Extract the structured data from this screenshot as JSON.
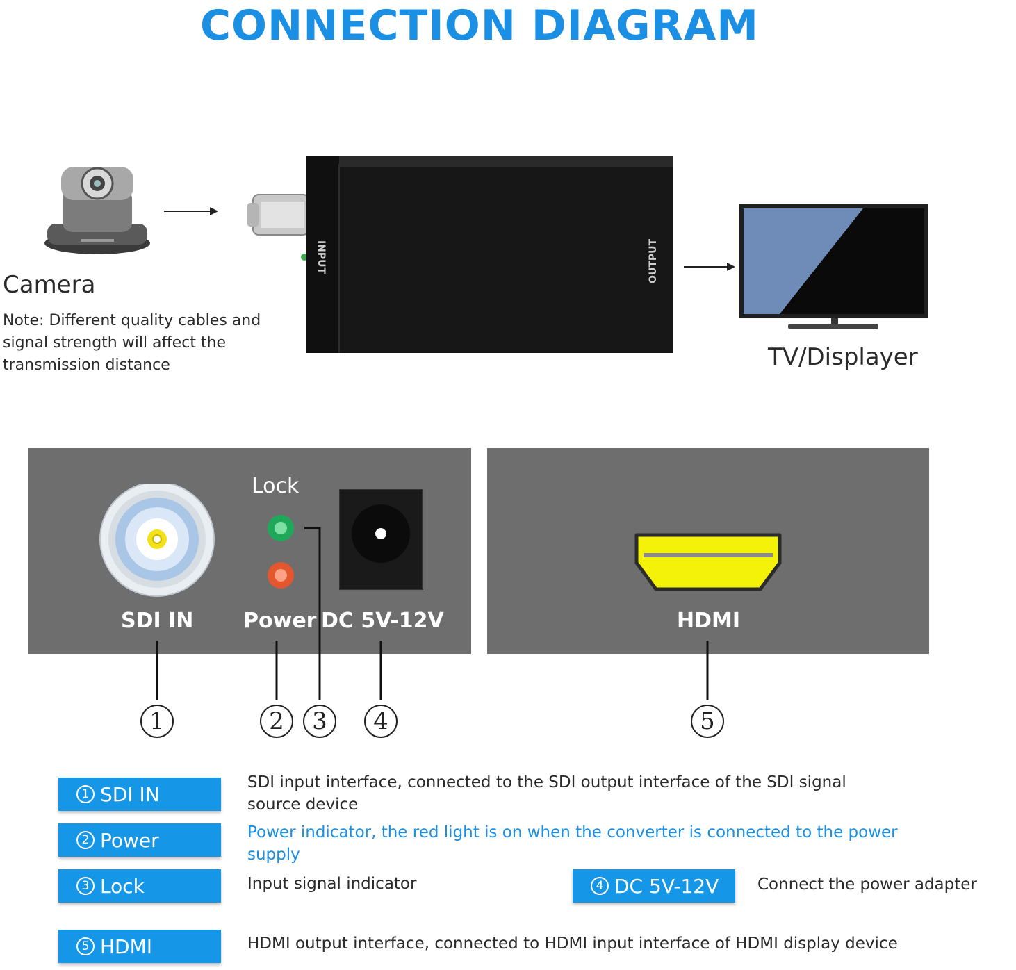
{
  "title": "CONNECTION DIAGRAM",
  "camera": {
    "label": "Camera",
    "note": "Note: Different quality cables and signal strength will affect the transmission distance"
  },
  "device": {
    "input_label": "INPUT",
    "output_label": "OUTPUT"
  },
  "tv": {
    "label": "TV/Displayer"
  },
  "panel_left": {
    "lock_label": "Lock",
    "sdi_label": "SDI IN",
    "power_label": "Power",
    "dc_label": "DC 5V-12V"
  },
  "panel_right": {
    "hdmi_label": "HDMI"
  },
  "callouts": [
    "1",
    "2",
    "3",
    "4",
    "5"
  ],
  "legend": [
    {
      "num": "1",
      "tag": "SDI IN",
      "desc": "SDI input interface, connected to the SDI output interface of the SDI signal source device"
    },
    {
      "num": "2",
      "tag": "Power",
      "desc": "Power indicator, the red light is on when the converter is connected to the power supply"
    },
    {
      "num": "3",
      "tag": "Lock",
      "desc": "Input signal indicator"
    },
    {
      "num": "4",
      "tag": "DC 5V-12V",
      "desc": "Connect the power adapter"
    },
    {
      "num": "5",
      "tag": "HDMI",
      "desc": "HDMI output interface, connected to HDMI input interface of HDMI display device"
    }
  ],
  "colors": {
    "accent": "#1a8fe3",
    "panel": "#6e6e6e",
    "lock_led": "#1fa85a",
    "power_led": "#e4572e",
    "hdmi_port": "#f5f20a"
  }
}
